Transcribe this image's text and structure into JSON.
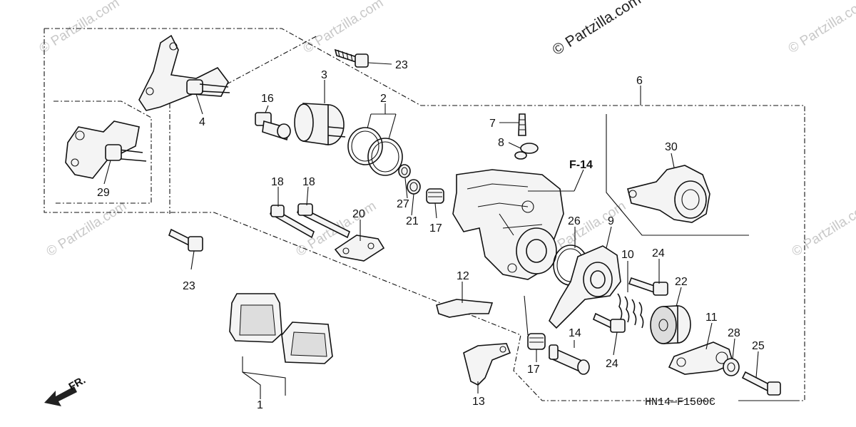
{
  "watermark": "© Partzilla.com",
  "copyright_mark": "© Partzilla.com",
  "diagram_code": "HN14—F1500C",
  "front_label": "FR.",
  "ref_label": "F-14",
  "callouts": {
    "c1": "1",
    "c2": "2",
    "c3": "3",
    "c4": "4",
    "c6": "6",
    "c7": "7",
    "c8": "8",
    "c9": "9",
    "c10": "10",
    "c11": "11",
    "c12": "12",
    "c13": "13",
    "c14": "14",
    "c16": "16",
    "c17a": "17",
    "c17b": "17",
    "c18a": "18",
    "c18b": "18",
    "c20": "20",
    "c21": "21",
    "c22": "22",
    "c23a": "23",
    "c23b": "23",
    "c24a": "24",
    "c24b": "24",
    "c25": "25",
    "c26": "26",
    "c27": "27",
    "c28": "28",
    "c29": "29",
    "c30": "30"
  }
}
